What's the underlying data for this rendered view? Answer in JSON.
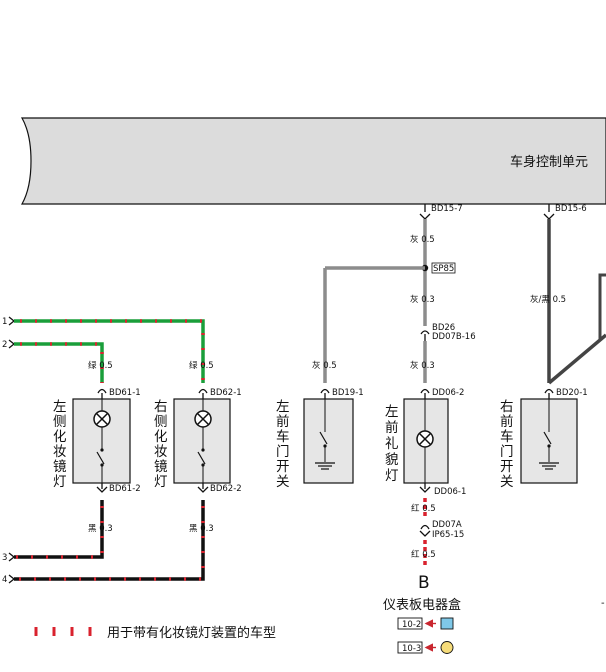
{
  "ecu": {
    "label": "车身控制单元"
  },
  "wire_inputs": [
    "1",
    "2",
    "3",
    "4"
  ],
  "left_mirror": {
    "chars": [
      "左",
      "侧",
      "化",
      "妆",
      "镜",
      "灯"
    ],
    "top_pin": "BD61-1",
    "bottom_pin": "BD61-2",
    "top_wire": "绿 0.5",
    "bottom_wire": "黑 0.3"
  },
  "right_mirror": {
    "chars": [
      "右",
      "侧",
      "化",
      "妆",
      "镜",
      "灯"
    ],
    "top_pin": "BD62-1",
    "bottom_pin": "BD62-2",
    "top_wire": "绿 0.5",
    "bottom_wire": "黑 0.3"
  },
  "lf_door": {
    "chars": [
      "左",
      "前",
      "车",
      "门",
      "开",
      "关"
    ],
    "pin": "BD19-1",
    "wire": "灰 0.5"
  },
  "courtesy": {
    "chars": [
      "左",
      "前",
      "礼",
      "貌",
      "灯"
    ],
    "ecu_pin": "BD15-7",
    "wire1": "灰 0.5",
    "splice": "SP85",
    "wire2": "灰 0.3",
    "conn_a": "BD26",
    "conn_b": "DD07B-16",
    "wire3": "灰 0.3",
    "top_pin": "DD06-2",
    "bottom_pin": "DD06-1",
    "wire4": "红 0.5",
    "conn_c": "DD07A",
    "conn_d": "IP65-15",
    "wire5": "红 0.5",
    "ref_letter": "B",
    "ref_title": "仪表板电器盒",
    "refs": [
      "10-2",
      "10-3"
    ]
  },
  "rf_door": {
    "chars": [
      "右",
      "前",
      "车",
      "门",
      "开",
      "关"
    ],
    "ecu_pin": "BD15-6",
    "wire": "灰/黑 0.5",
    "pin": "BD20-1"
  },
  "legend": {
    "text": "用于带有化妆镜灯装置的车型"
  },
  "colors": {
    "ecu_fill": "#dcdcdc",
    "box_fill": "#e6e6e6",
    "green": "#1a9e3a",
    "gray_wire": "#8c8c8c",
    "dark_wire": "#444444",
    "black": "#111111",
    "red": "#d9222e",
    "ref_blue": "#7fc8e8",
    "ref_yellow": "#f6dc7a"
  }
}
